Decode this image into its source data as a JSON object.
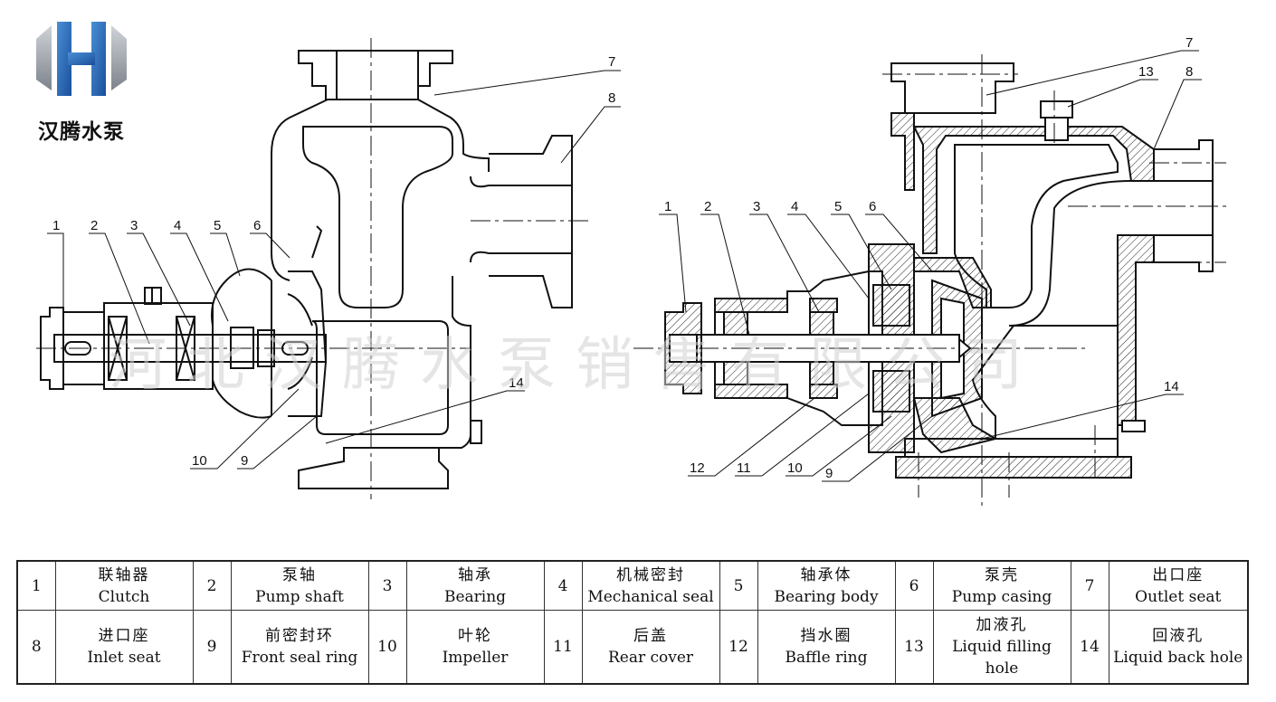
{
  "brand": {
    "name": "汉腾水泵"
  },
  "watermark": "河北汉腾水泵销售有限公司",
  "left_view_callouts": [
    "1",
    "2",
    "3",
    "4",
    "5",
    "6",
    "7",
    "8",
    "9",
    "10",
    "14"
  ],
  "right_view_callouts": [
    "1",
    "2",
    "3",
    "4",
    "5",
    "6",
    "7",
    "8",
    "9",
    "10",
    "11",
    "12",
    "13",
    "14"
  ],
  "parts": [
    {
      "num": "1",
      "zh": "联轴器",
      "en": "Clutch"
    },
    {
      "num": "2",
      "zh": "泵轴",
      "en": "Pump shaft"
    },
    {
      "num": "3",
      "zh": "轴承",
      "en": "Bearing"
    },
    {
      "num": "4",
      "zh": "机械密封",
      "en": "Mechanical seal"
    },
    {
      "num": "5",
      "zh": "轴承体",
      "en": "Bearing body"
    },
    {
      "num": "6",
      "zh": "泵壳",
      "en": "Pump casing"
    },
    {
      "num": "7",
      "zh": "出口座",
      "en": "Outlet seat"
    },
    {
      "num": "8",
      "zh": "进口座",
      "en": "Inlet seat"
    },
    {
      "num": "9",
      "zh": "前密封环",
      "en": "Front seal ring"
    },
    {
      "num": "10",
      "zh": "叶轮",
      "en": "Impeller"
    },
    {
      "num": "11",
      "zh": "后盖",
      "en": "Rear cover"
    },
    {
      "num": "12",
      "zh": "挡水圈",
      "en": "Baffle ring"
    },
    {
      "num": "13",
      "zh": "加液孔",
      "en": "Liquid filling hole"
    },
    {
      "num": "14",
      "zh": "回液孔",
      "en": "Liquid back hole"
    }
  ]
}
